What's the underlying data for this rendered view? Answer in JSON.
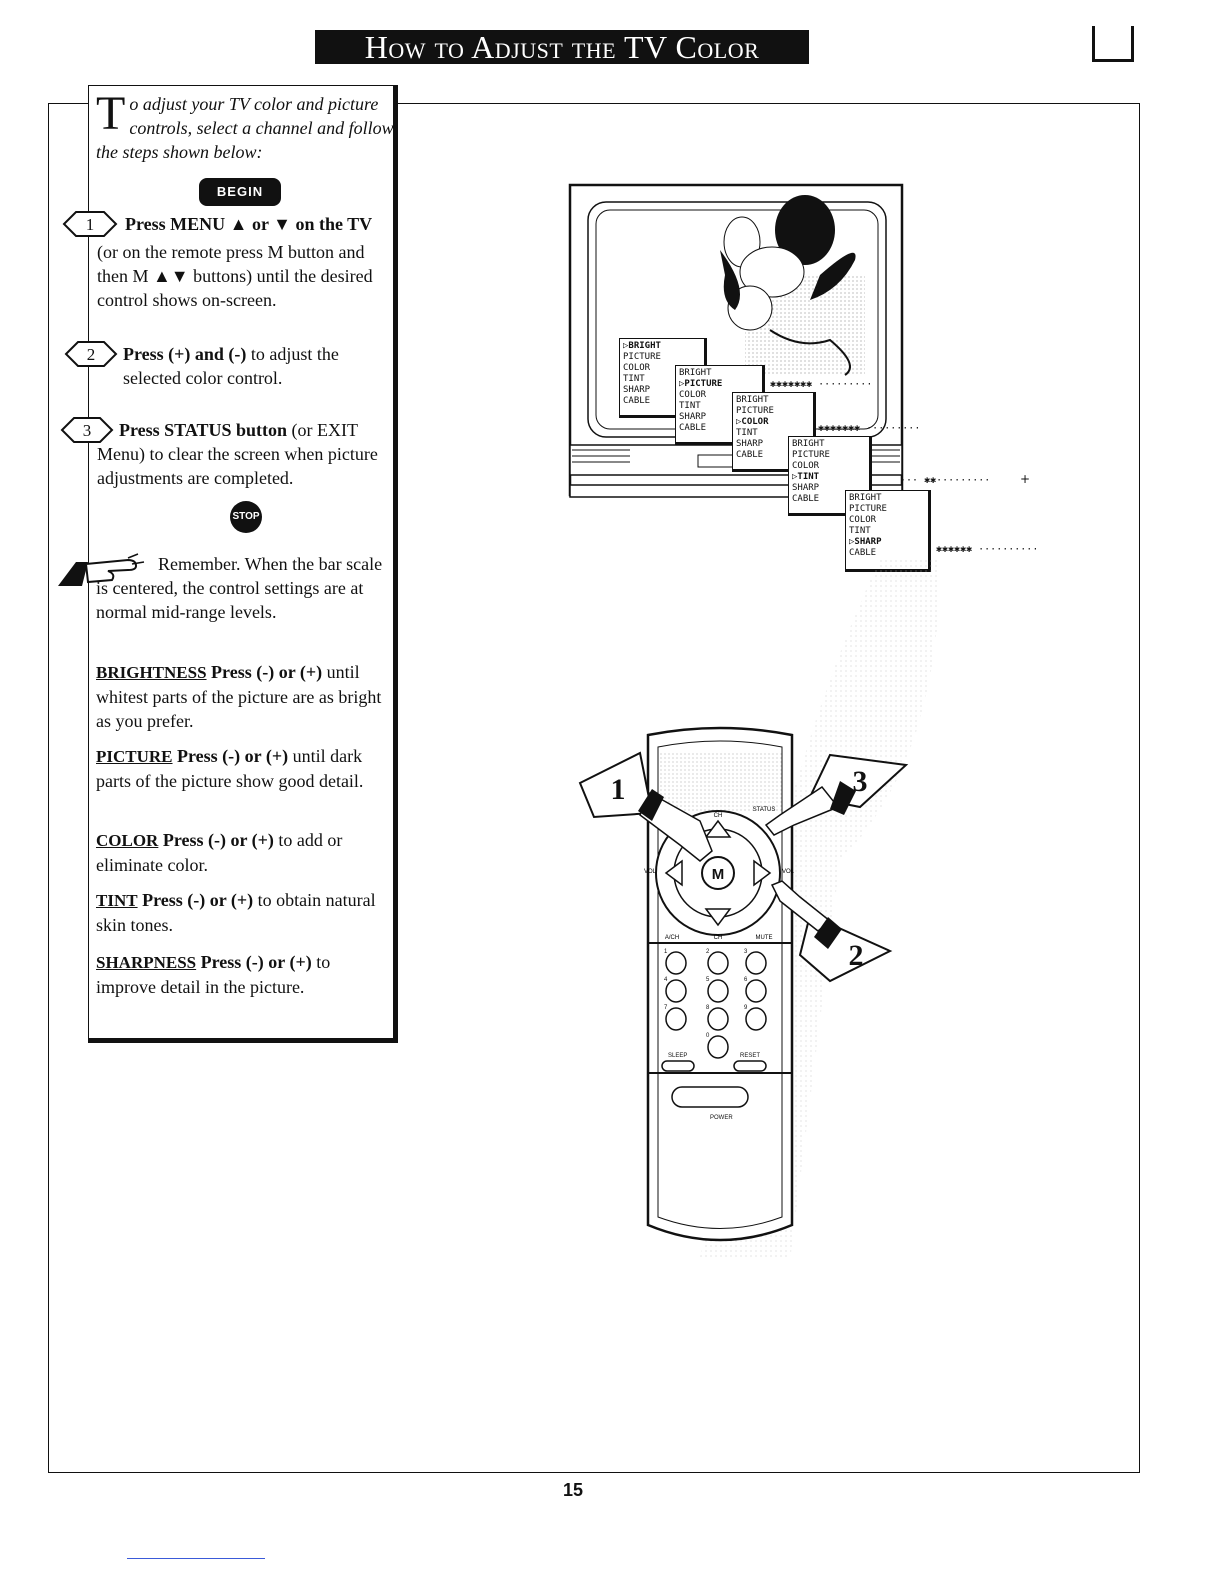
{
  "header": {
    "title": "How to Adjust the TV Color"
  },
  "intro": {
    "drop_letter": "T",
    "text": "o adjust your TV color and picture controls, select a channel and follow the steps shown below:"
  },
  "begin_label": "BEGIN",
  "steps": [
    {
      "number": "1",
      "head": "Press MENU ▲ or ▼ on the TV",
      "body": "(or on the remote press M button and then M ▲▼ buttons) until the desired control shows on-screen."
    },
    {
      "number": "2",
      "head": "Press (+) and (-)",
      "body": "to adjust the selected color control."
    },
    {
      "number": "3",
      "head": "Press STATUS button",
      "body": "(or EXIT Menu) to clear the screen when picture adjustments are completed."
    }
  ],
  "stop_label": "STOP",
  "remember": "Remember. When the bar scale is centered, the control settings are at normal mid-range levels.",
  "controls": [
    {
      "name": "BRIGHTNESS",
      "press": "Press (-) or (+)",
      "text": "until whitest parts of the picture are as bright as you prefer."
    },
    {
      "name": "PICTURE",
      "press": "Press (-) or (+)",
      "text": "until dark parts of the picture show good detail."
    },
    {
      "name": "COLOR",
      "press": "Press (-) or (+)",
      "text": "to add or eliminate color."
    },
    {
      "name": "TINT",
      "press": "Press (-) or (+)",
      "text": "to obtain natural skin tones."
    },
    {
      "name": "SHARPNESS",
      "press": "Press (-) or (+)",
      "text": "to improve detail in the picture."
    }
  ],
  "menus": [
    {
      "items": [
        "▷BRIGHT",
        "PICTURE",
        "COLOR",
        "TINT",
        "SHARP",
        "CABLE"
      ]
    },
    {
      "items": [
        "BRIGHT",
        "▷PICTURE",
        "COLOR",
        "TINT",
        "SHARP",
        "CABLE"
      ]
    },
    {
      "items": [
        "BRIGHT",
        "PICTURE",
        "▷COLOR",
        "TINT",
        "SHARP",
        "CABLE"
      ]
    },
    {
      "items": [
        "BRIGHT",
        "PICTURE",
        "COLOR",
        "▷TINT",
        "SHARP",
        "CABLE"
      ]
    },
    {
      "items": [
        "BRIGHT",
        "PICTURE",
        "COLOR",
        "TINT",
        "▷SHARP",
        "CABLE"
      ]
    }
  ],
  "remote": {
    "labels": {
      "ch": "CH",
      "status": "STATUS",
      "vol": "VOL",
      "ach": "A/CH",
      "mute": "MUTE",
      "sleep": "SLEEP",
      "reset": "RESET",
      "power": "POWER",
      "m": "M"
    },
    "digits": [
      "1",
      "2",
      "3",
      "4",
      "5",
      "6",
      "7",
      "8",
      "9",
      "0"
    ],
    "callouts": [
      "1",
      "3",
      "2"
    ]
  },
  "page_number": "15"
}
